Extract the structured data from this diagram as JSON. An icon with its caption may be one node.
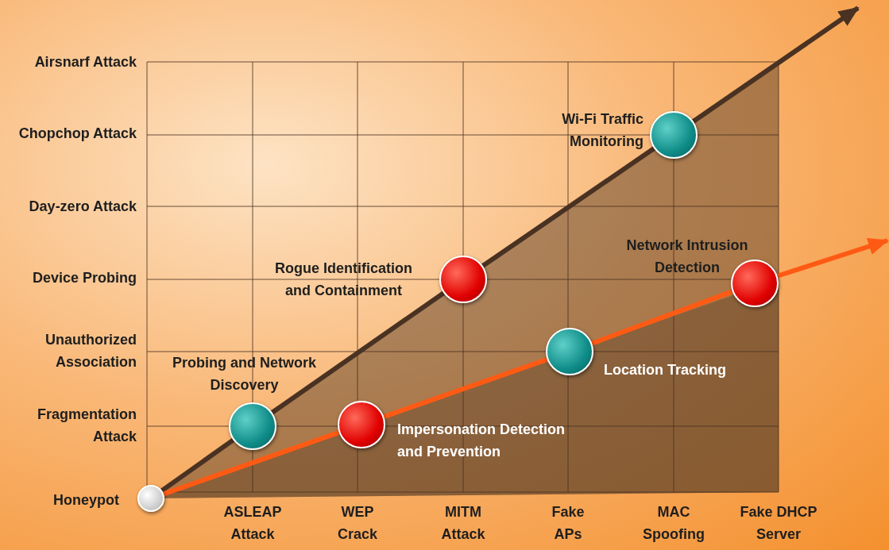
{
  "diagram": {
    "nodes": [
      {
        "text": [],
        "shape": "circle"
      },
      {
        "text": [],
        "shape": "circle",
        "beside": [
          "Probing and Network Discovery"
        ]
      },
      {
        "text": [],
        "shape": "circle",
        "beside": [
          "Rogue Identification and Containment"
        ]
      },
      {
        "text": [],
        "shape": "circle",
        "beside": [
          "Wi-Fi Traffic Monitoring"
        ]
      },
      {
        "text": [],
        "shape": "circle",
        "beside": [
          "Impersonation Detection and Prevention"
        ]
      },
      {
        "text": [],
        "shape": "circle",
        "beside": [
          "Location Tracking"
        ]
      },
      {
        "text": [],
        "shape": "circle",
        "beside": [
          "Network Intrusion Detection"
        ]
      }
    ],
    "edges": [
      {
        "from": 0,
        "to": 1,
        "arrow": "none",
        "color": "#4a3222"
      },
      {
        "from": 1,
        "to": 2,
        "arrow": "none",
        "color": "#4a3222"
      },
      {
        "from": 2,
        "to": 3,
        "arrow": "none",
        "color": "#4a3222"
      },
      {
        "from": 3,
        "to": null,
        "arrow": "to",
        "color": "#4a3222"
      },
      {
        "from": 0,
        "to": 4,
        "arrow": "none",
        "color": "#ff5a14"
      },
      {
        "from": 4,
        "to": 5,
        "arrow": "none",
        "color": "#ff5a14"
      },
      {
        "from": 5,
        "to": 6,
        "arrow": "none",
        "color": "#ff5a14"
      },
      {
        "from": 6,
        "to": null,
        "arrow": "to",
        "color": "#ff5a14"
      }
    ],
    "labels": [
      "Airsnarf Attack",
      "Chopchop Attack",
      "Day-zero Attack",
      "Device Probing",
      "Unauthorized Association",
      "Fragmentation Attack",
      "Honeypot",
      "ASLEAP Attack",
      "WEP Crack",
      "MITM Attack",
      "Fake APs",
      "MAC Spoofing",
      "Fake DHCP Server"
    ]
  }
}
